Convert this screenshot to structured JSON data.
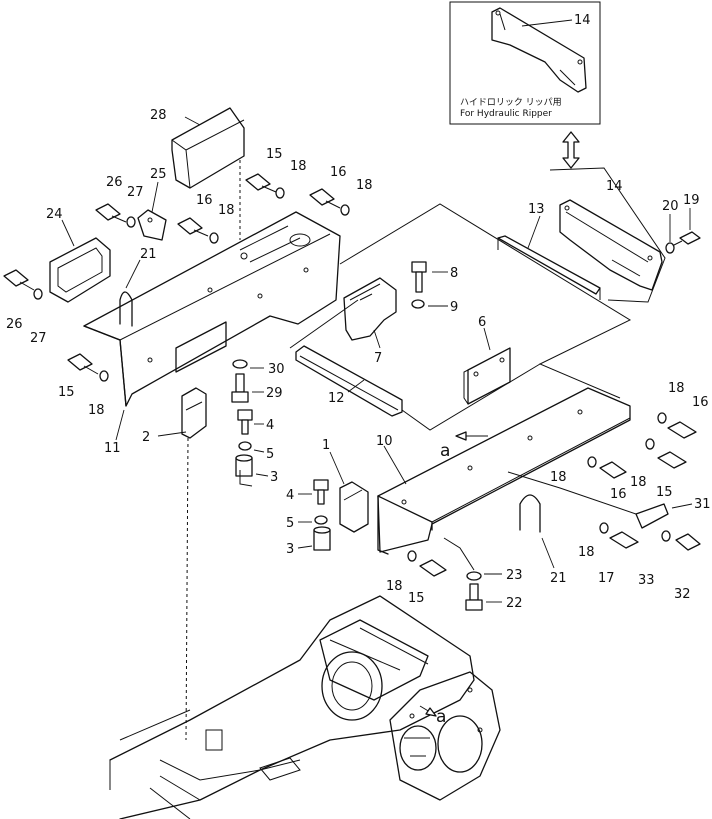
{
  "inset": {
    "note_jp": "ハイドロリック リッパ用",
    "note_en": "For Hydraulic Ripper",
    "part": "14"
  },
  "reference_mark": "a",
  "callouts": [
    "1",
    "2",
    "3",
    "4",
    "5",
    "6",
    "7",
    "8",
    "9",
    "10",
    "11",
    "12",
    "13",
    "14",
    "15",
    "16",
    "17",
    "18",
    "19",
    "20",
    "21",
    "22",
    "23",
    "24",
    "25",
    "26",
    "27",
    "28",
    "29",
    "30",
    "31",
    "32",
    "33"
  ]
}
